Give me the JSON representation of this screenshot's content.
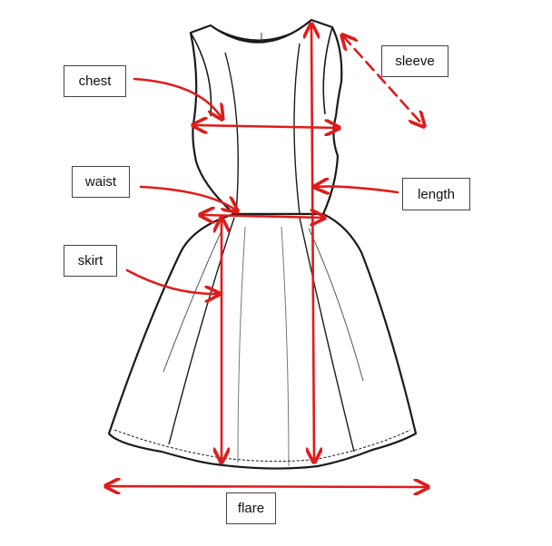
{
  "diagram": {
    "labels": {
      "chest": "chest",
      "waist": "waist",
      "skirt": "skirt",
      "sleeve": "sleeve",
      "length": "length",
      "flare": "flare"
    },
    "colors": {
      "outline": "#1a1a1a",
      "measure": "#e01b1b",
      "collar": "#9a9a9a"
    }
  }
}
